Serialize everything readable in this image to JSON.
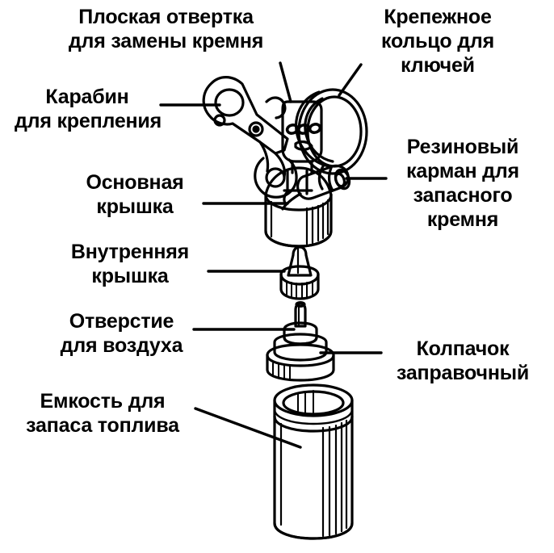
{
  "diagram": {
    "title": "Exploded view of a refillable lighter fuel canister with key-ring tool",
    "type": "technical-line-drawing",
    "colors": {
      "ink": "#000000",
      "background": "#ffffff"
    },
    "parts": [
      {
        "id": "flat-screwdriver",
        "label": "Плоская отвертка\nдля замены кремня",
        "label_lines": [
          "Плоская отвертка",
          "для замены кремня"
        ],
        "position": "top-left",
        "leader": "diagonal"
      },
      {
        "id": "key-ring",
        "label": "Крепежное\nкольцо для\nключей",
        "label_lines": [
          "Крепежное",
          "кольцо для",
          "ключей"
        ],
        "position": "top-right",
        "leader": "diagonal"
      },
      {
        "id": "carabiner",
        "label": "Карабин\nдля крепления",
        "label_lines": [
          "Карабин",
          "для крепления"
        ],
        "position": "left",
        "leader": "horizontal"
      },
      {
        "id": "main-cap",
        "label": "Основная\nкрышка",
        "label_lines": [
          "Основная",
          "крышка"
        ],
        "position": "left",
        "leader": "horizontal"
      },
      {
        "id": "rubber-pocket",
        "label": "Резиновый\nкарман для\nзапасного\nкремня",
        "label_lines": [
          "Резиновый",
          "карман для",
          "запасного",
          "кремня"
        ],
        "position": "right",
        "leader": "horizontal"
      },
      {
        "id": "inner-cap",
        "label": "Внутренняя\nкрышка",
        "label_lines": [
          "Внутренняя",
          "крышка"
        ],
        "position": "left",
        "leader": "horizontal"
      },
      {
        "id": "air-hole",
        "label": "Отверстие\nдля воздуха",
        "label_lines": [
          "Отверстие",
          "для воздуха"
        ],
        "position": "left",
        "leader": "horizontal"
      },
      {
        "id": "filler-cap",
        "label": "Колпачок\nзаправочный",
        "label_lines": [
          "Колпачок",
          "заправочный"
        ],
        "position": "right",
        "leader": "horizontal"
      },
      {
        "id": "fuel-reservoir",
        "label": "Емкость для\nзапаса топлива",
        "label_lines": [
          "Емкость для",
          "запаса топлива"
        ],
        "position": "bottom-left",
        "leader": "diagonal"
      }
    ]
  }
}
